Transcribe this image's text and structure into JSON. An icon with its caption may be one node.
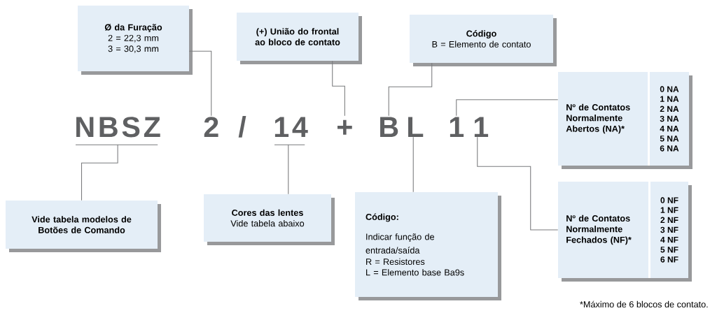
{
  "diagram": {
    "nodes": [
      {
        "text": [
          "Ø da Furação",
          "2 = 22,3 mm",
          "3 = 30,3 mm"
        ]
      },
      {
        "text": [
          "(+) União do frontal ao bloco de contato"
        ]
      },
      {
        "text": [
          "Código",
          "B = Elemento de contato"
        ]
      },
      {
        "text": [
          "Nº de Contatos Normalmente Abertos (NA)*",
          "0 NA",
          "1 NA",
          "2 NA",
          "3 NA",
          "4 NA",
          "5 NA",
          "6 NA"
        ]
      },
      {
        "text": [
          "NBSZ"
        ]
      },
      {
        "text": [
          "2"
        ]
      },
      {
        "text": [
          "14"
        ]
      },
      {
        "text": [
          "+"
        ]
      },
      {
        "text": [
          "B"
        ]
      },
      {
        "text": [
          "L"
        ]
      },
      {
        "text": [
          "1"
        ]
      },
      {
        "text": [
          "1"
        ]
      },
      {
        "text": [
          "Vide tabela modelos de Botões de Comando"
        ]
      },
      {
        "text": [
          "Cores das lentes",
          "Vide tabela abaixo"
        ]
      },
      {
        "text": [
          "Código:",
          "Indicar função de entrada/saída",
          "R = Resistores",
          "L = Elemento base Ba9s"
        ]
      },
      {
        "text": [
          "Nº de Contatos Normalmente Fechados (NF)*",
          "0 NF",
          "1 NF",
          "2 NF",
          "3 NF",
          "4 NF",
          "5 NF",
          "6 NF"
        ]
      }
    ],
    "edges": [
      {
        "from": 0,
        "to": 5,
        "arrow": "none"
      },
      {
        "from": 1,
        "to": 7,
        "arrow": "none"
      },
      {
        "from": 2,
        "to": 8,
        "arrow": "none"
      },
      {
        "from": 3,
        "to": 10,
        "arrow": "none"
      },
      {
        "from": 4,
        "to": 12,
        "arrow": "none"
      },
      {
        "from": 6,
        "to": 13,
        "arrow": "none"
      },
      {
        "from": 9,
        "to": 14,
        "arrow": "none"
      },
      {
        "from": 11,
        "to": 15,
        "arrow": "none"
      }
    ],
    "labels": [
      "/",
      "*Máximo de 6 blocos de contato."
    ]
  }
}
